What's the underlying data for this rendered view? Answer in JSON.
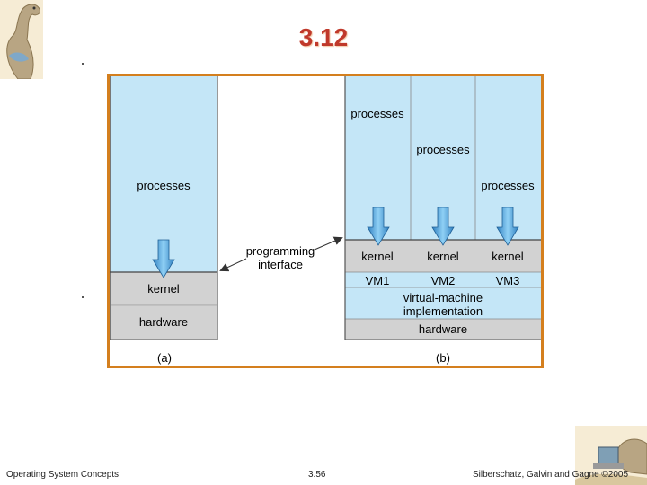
{
  "slide": {
    "title": "3.12"
  },
  "figure": {
    "a": {
      "processes": "processes",
      "kernel": "kernel",
      "hardware": "hardware",
      "caption": "(a)"
    },
    "interface_label": [
      "programming",
      "interface"
    ],
    "b": {
      "processes": [
        "processes",
        "processes",
        "processes"
      ],
      "kernels": [
        "kernel",
        "kernel",
        "kernel"
      ],
      "vms": [
        "VM1",
        "VM2",
        "VM3"
      ],
      "vm_impl": [
        "virtual-machine",
        "implementation"
      ],
      "hardware": "hardware",
      "caption": "(b)"
    }
  },
  "footer": {
    "left": "Operating System Concepts",
    "center": "3.56",
    "right": "Silberschatz, Galvin and Gagne ©2005"
  },
  "colors": {
    "title": "#c0392b",
    "frame": "#d47f1e",
    "process_fill": "#c4e6f7",
    "layer_fill": "#d2d2d2",
    "arrow": "#4aa3dd"
  }
}
